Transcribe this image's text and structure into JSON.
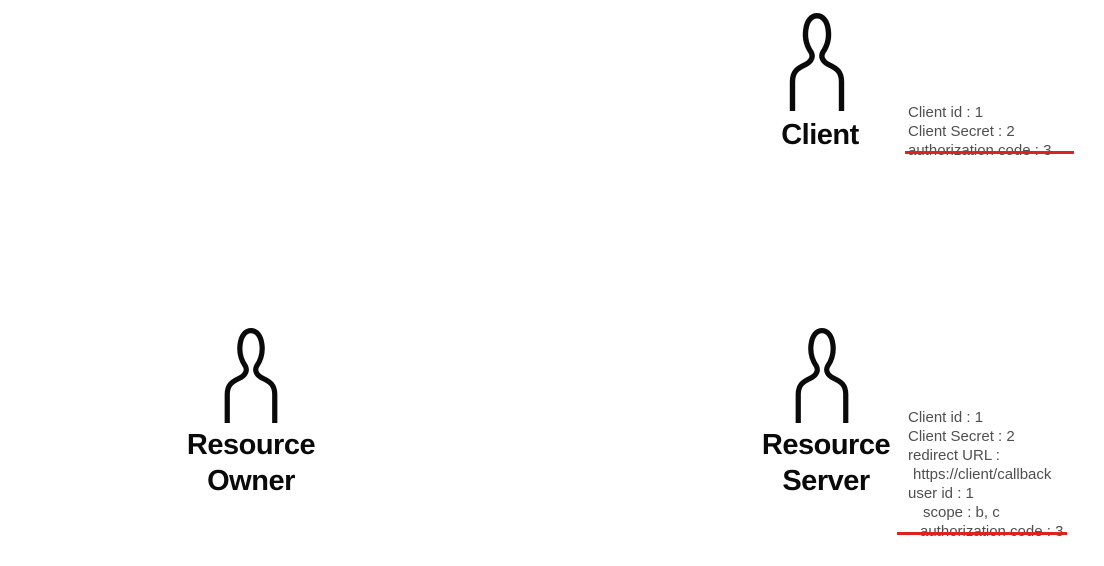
{
  "canvas": {
    "background": "#ffffff"
  },
  "colors": {
    "label_text": "#0a0a0a",
    "annotation_text": "#4f4f4f",
    "strike_red": "#de231c",
    "icon_stroke": "#0a0a0a"
  },
  "actors": [
    {
      "name": "client",
      "label": "Client",
      "icon": "person-icon",
      "annotation": {
        "lines": [
          "Client id : 1",
          "Client Secret : 2",
          "authorization code : 3"
        ],
        "struck_line_index": 2
      }
    },
    {
      "name": "resource-owner",
      "label": "Resource Owner",
      "icon": "person-icon"
    },
    {
      "name": "resource-server",
      "label": "Resource Server",
      "icon": "person-icon",
      "annotation": {
        "lines": [
          "Client id : 1",
          "Client Secret : 2",
          "redirect URL :",
          "https://client/callback",
          "user id : 1",
          "scope : b, c",
          "authorization code : 3"
        ],
        "struck_line_index": 6
      }
    }
  ]
}
